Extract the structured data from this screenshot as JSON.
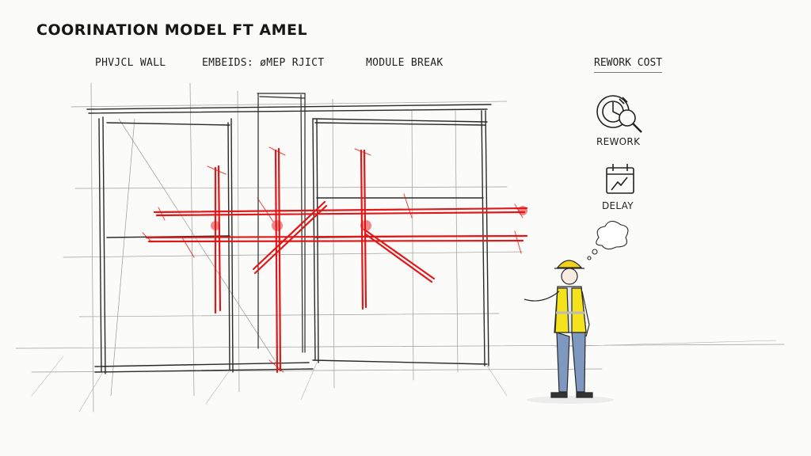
{
  "header": {
    "title": "COORINATION MODEL FT AMEL"
  },
  "columns": [
    {
      "label": "PHVJCL WALL"
    },
    {
      "label": "EMBEIDS: øMEP RJICT"
    },
    {
      "label": "MODULE BREAK"
    }
  ],
  "sidebar": {
    "title": "REWORK COST",
    "items": [
      {
        "label": "REWORK",
        "icon": "rework-magnifier-icon"
      },
      {
        "label": "DELAY",
        "icon": "delay-calendar-icon"
      }
    ]
  },
  "colors": {
    "clash_red": "#e01818",
    "ink": "#2a2a2a",
    "vest_yellow": "#f4e21c"
  }
}
